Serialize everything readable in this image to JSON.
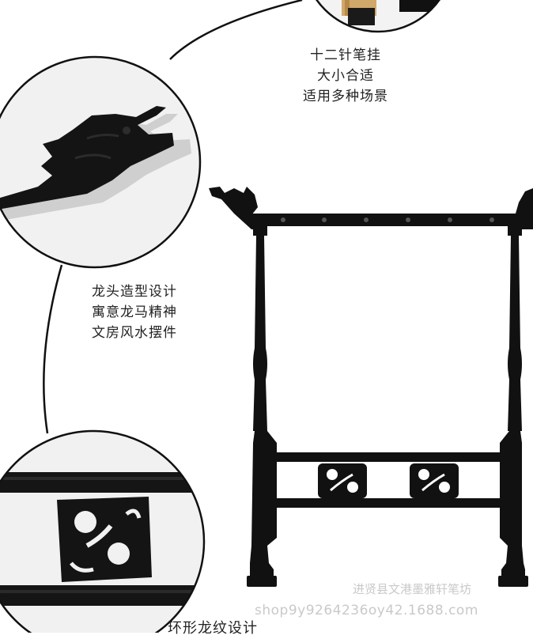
{
  "image": {
    "callouts": {
      "top": [
        "十二针笔挂",
        "大小合适",
        "适用多种场景"
      ],
      "middle": [
        "龙头造型设计",
        "寓意龙马精神",
        "文房风水摆件"
      ],
      "bottom": "环形龙纹设计"
    },
    "watermark": {
      "shop": "进贤县文港墨雅轩笔坊",
      "url": "shop9y9264236oy42.1688.com"
    },
    "colors": {
      "wood": "#111111",
      "circle_bg": "#f2f2f2",
      "text": "#222222",
      "watermark": "#c9c9c9"
    }
  }
}
